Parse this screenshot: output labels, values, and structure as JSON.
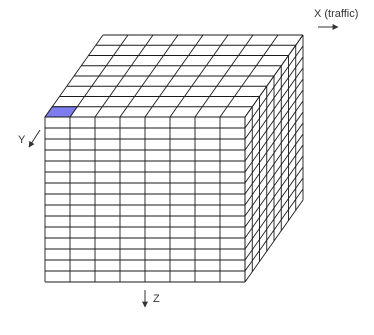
{
  "diagram": {
    "front_grid": {
      "columns": 8,
      "rows": 15
    },
    "top_grid": {
      "columns": 8,
      "rows": 8
    },
    "side_grid": {
      "columns": 8,
      "rows": 15
    },
    "highlighted_cell": {
      "face": "top",
      "column": 0,
      "row": 0
    }
  },
  "axes": {
    "x_label": "X (traffic)",
    "y_label": "Y",
    "z_label": "Z"
  },
  "colors": {
    "line": "#1a1a1a",
    "axis": "#333333",
    "highlight": "#7d7df0"
  }
}
